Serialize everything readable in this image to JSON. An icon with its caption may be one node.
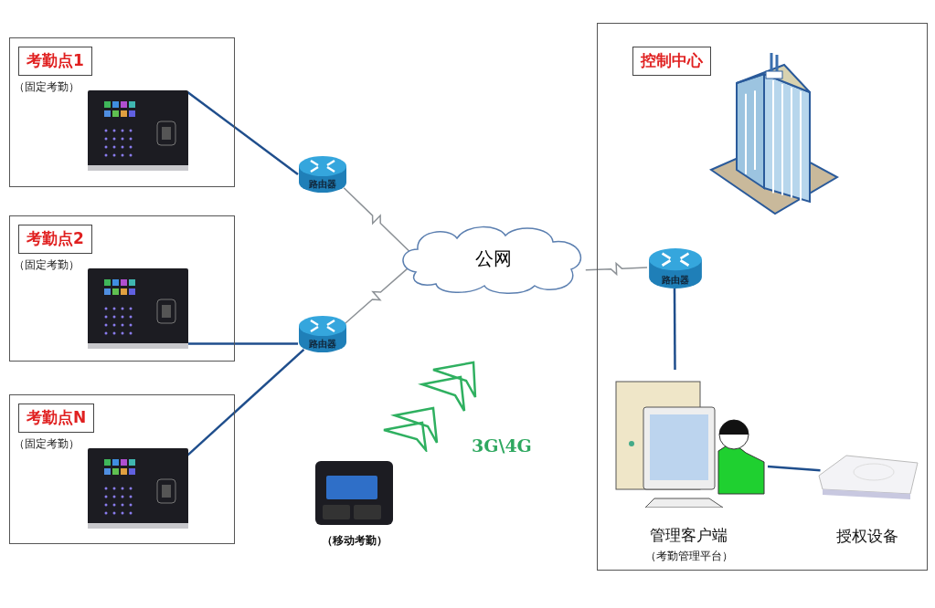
{
  "diagram": {
    "nodes": [
      {
        "text": [
          "考勤点1",
          "（固定考勤）"
        ]
      },
      {
        "text": [],
        "shape": "picture",
        "in": 0
      },
      {
        "text": [
          "考勤点2",
          "（固定考勤）"
        ]
      },
      {
        "text": [],
        "shape": "picture",
        "in": 2
      },
      {
        "text": [
          "考勤点N",
          "（固定考勤）"
        ]
      },
      {
        "text": [],
        "shape": "picture",
        "in": 4
      },
      {
        "text": [
          "路由器"
        ]
      },
      {
        "text": [
          "路由器"
        ]
      },
      {
        "text": [
          "公网"
        ]
      },
      {
        "text": [
          "控制中心"
        ]
      },
      {
        "text": [],
        "shape": "picture",
        "in": 9
      },
      {
        "text": [
          "路由器"
        ],
        "in": 9
      },
      {
        "text": [
          "管理客户端",
          "（考勤管理平台）"
        ],
        "in": 9
      },
      {
        "text": [
          "授权设备"
        ],
        "in": 9
      },
      {
        "text": [
          "（移动考勤）"
        ]
      }
    ],
    "edges": [
      {
        "from": 1,
        "to": 6,
        "arrow": "none"
      },
      {
        "from": 3,
        "to": 7,
        "arrow": "none"
      },
      {
        "from": 5,
        "to": 7,
        "arrow": "none"
      },
      {
        "from": 6,
        "to": 8,
        "arrow": "none",
        "color": "#8c9196"
      },
      {
        "from": 7,
        "to": 8,
        "arrow": "none",
        "color": "#8c9196"
      },
      {
        "from": 8,
        "to": 11,
        "arrow": "none",
        "color": "#8c9196"
      },
      {
        "from": 11,
        "to": 12,
        "arrow": "none"
      },
      {
        "from": 12,
        "to": 13,
        "arrow": "none"
      }
    ],
    "labels": [
      "3G\\4G"
    ]
  }
}
